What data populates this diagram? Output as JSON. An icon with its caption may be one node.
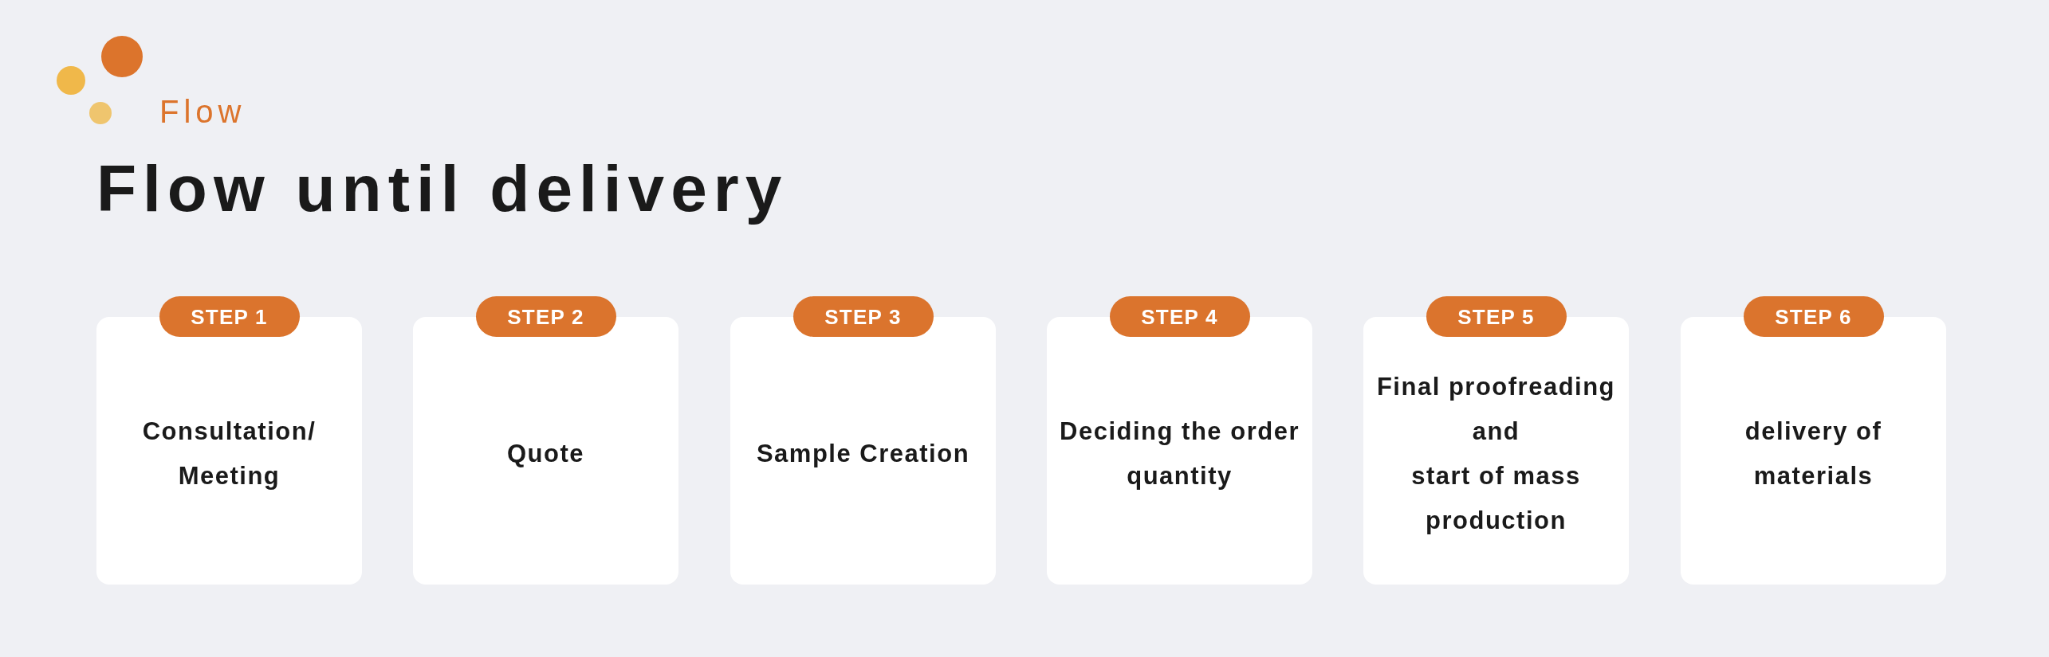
{
  "diagram": {
    "title": "Flow until delivery",
    "nodes": [
      {
        "text": [
          "STEP 1"
        ]
      },
      {
        "text": [
          "Consultation/ Meeting"
        ]
      },
      {
        "text": [
          "STEP 2"
        ]
      },
      {
        "text": [
          "Quote"
        ]
      },
      {
        "text": [
          "STEP 3"
        ]
      },
      {
        "text": [
          "Sample Creation"
        ]
      },
      {
        "text": [
          "STEP 4"
        ]
      },
      {
        "text": [
          "Deciding the order quantity"
        ]
      },
      {
        "text": [
          "STEP 5"
        ]
      },
      {
        "text": [
          "Final proofreading and start of mass production"
        ]
      },
      {
        "text": [
          "STEP 6"
        ]
      },
      {
        "text": [
          "delivery of materials"
        ]
      }
    ],
    "labels": [
      "Flow"
    ]
  }
}
